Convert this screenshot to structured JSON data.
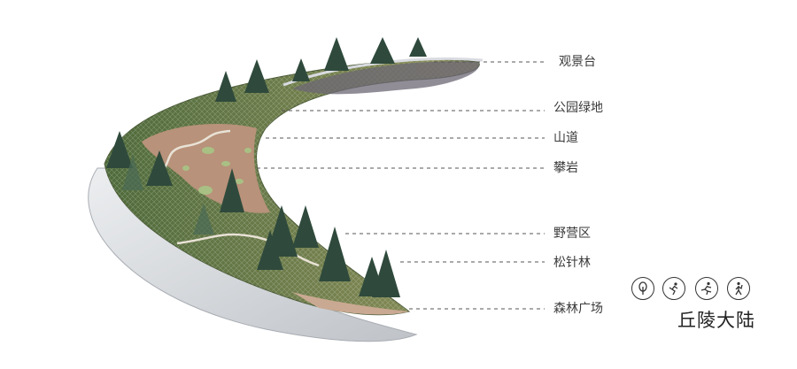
{
  "callouts": [
    {
      "id": "observation-deck",
      "label": "观景台"
    },
    {
      "id": "park-green-space",
      "label": "公园绿地"
    },
    {
      "id": "mountain-path",
      "label": "山道"
    },
    {
      "id": "rock-climbing",
      "label": "攀岩"
    },
    {
      "id": "camping-area",
      "label": "野营区"
    },
    {
      "id": "pine-forest",
      "label": "松针林"
    },
    {
      "id": "forest-plaza",
      "label": "森林广场"
    }
  ],
  "legend": {
    "title": "丘陵大陆",
    "icons": [
      "tree-icon",
      "climbing-icon",
      "runner-icon",
      "hiker-icon"
    ]
  },
  "colors": {
    "leader": "#555555",
    "text": "#3a3a3a",
    "soil": "#b8927a",
    "grass": "#6a7a45",
    "pine": "#2f4a3c",
    "deck": "#d6d8dc"
  }
}
